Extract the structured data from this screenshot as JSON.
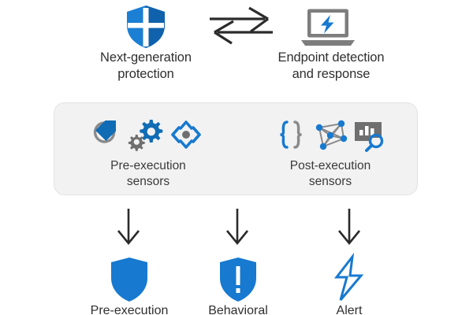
{
  "colors": {
    "accent_blue": "#0f75bc",
    "shield_blue": "#1b7fd4",
    "shield_blue_dark": "#0f62ab",
    "gray_icon": "#7d7d7d",
    "gray_dark": "#666666",
    "arrow_dark": "#2b2b2b",
    "panel_fill": "#f2f2f2",
    "panel_border": "#e2e2e2",
    "text": "#2f2f2f",
    "background": "#ffffff"
  },
  "top": {
    "left": {
      "icon": "defender-shield-icon",
      "label": "Next-generation\nprotection"
    },
    "right": {
      "icon": "laptop-with-bolt-icon",
      "label": "Endpoint detection\nand response"
    },
    "exchange": {
      "icon": "bidirectional-exchange-arrows-icon",
      "top_arrow_direction": "right",
      "bottom_arrow_direction": "left"
    }
  },
  "panel": {
    "groups": [
      {
        "id": "pre-execution",
        "label": "Pre-execution\nsensors",
        "icons": [
          "tag-refresh-icon",
          "gears-icon",
          "move-expand-icon"
        ]
      },
      {
        "id": "post-execution",
        "label": "Post-execution\nsensors",
        "icons": [
          "curly-braces-icon",
          "network-graph-icon",
          "report-search-icon"
        ]
      }
    ]
  },
  "outputs": [
    {
      "id": "pre-execution",
      "icon": "shield-solid-icon",
      "label": "Pre-execution"
    },
    {
      "id": "behavioral",
      "icon": "shield-exclamation-icon",
      "label": "Behavioral"
    },
    {
      "id": "alert",
      "icon": "lightning-bolt-outline-icon",
      "label": "Alert"
    }
  ],
  "flow_arrows": [
    {
      "id": "arrow-to-pre-execution",
      "direction": "down"
    },
    {
      "id": "arrow-to-behavioral",
      "direction": "down"
    },
    {
      "id": "arrow-to-alert",
      "direction": "down"
    }
  ]
}
